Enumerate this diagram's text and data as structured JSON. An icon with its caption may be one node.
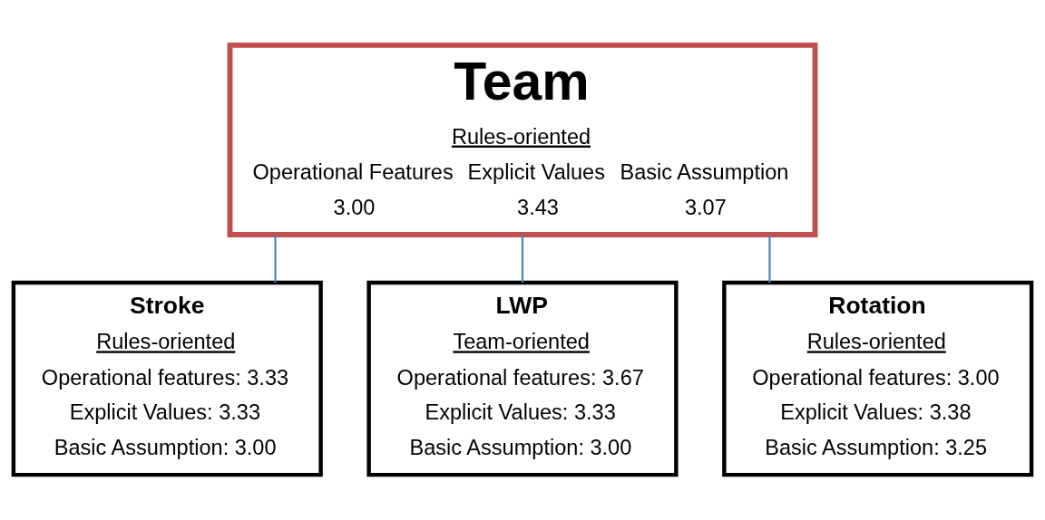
{
  "diagram": {
    "nodes": [
      {
        "text": [
          "Team",
          "Rules-oriented",
          "Operational Features",
          "3.00",
          "Explicit Values",
          "3.43",
          "Basic Assumption",
          "3.07"
        ]
      },
      {
        "text": [
          "Stroke",
          "Rules-oriented",
          "Operational features: 3.33",
          "Explicit Values: 3.33",
          "Basic Assumption: 3.00"
        ]
      },
      {
        "text": [
          "LWP",
          "Team-oriented",
          "Operational features: 3.67",
          "Explicit Values: 3.33",
          "Basic Assumption: 3.00"
        ]
      },
      {
        "text": [
          "Rotation",
          "Rules-oriented",
          "Operational features: 3.00",
          "Explicit Values: 3.38",
          "Basic Assumption: 3.25"
        ]
      }
    ],
    "edges": [
      {
        "from": 0,
        "to": 1,
        "arrow": "none"
      },
      {
        "from": 0,
        "to": 2,
        "arrow": "none"
      },
      {
        "from": 0,
        "to": 3,
        "arrow": "none"
      }
    ]
  }
}
